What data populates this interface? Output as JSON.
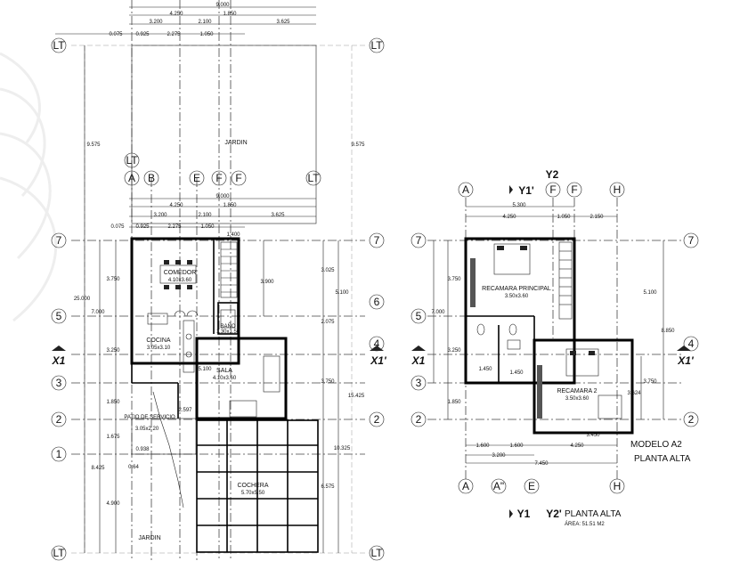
{
  "left_plan": {
    "top_dims": {
      "total": "9.000",
      "row2": [
        "4.250",
        "1.850"
      ],
      "row3": [
        "3.200",
        "2.100",
        "3.625"
      ],
      "row4": [
        "0.075",
        "0.925",
        "2.275",
        "1.050"
      ]
    },
    "mid_dims": {
      "total": "9.000",
      "row2": [
        "4.250",
        "1.850"
      ],
      "row3": [
        "3.200",
        "2.100",
        "3.625"
      ],
      "row4": [
        "0.075",
        "0.925",
        "2.275",
        "1.050"
      ],
      "extra": "1.400"
    },
    "axis_labels": [
      "A",
      "B",
      "E",
      "F",
      "F",
      "LT"
    ],
    "lt": "LT",
    "row_labels": [
      "7",
      "5",
      "4",
      "3",
      "2",
      "1",
      "6",
      "2"
    ],
    "section_cut": "X1",
    "section_cut_prime": "X1'",
    "rooms": {
      "jardin_top": "JARDIN",
      "comedor": "COMEDOR",
      "comedor_size": "4.10x3.60",
      "cocina": "COCINA",
      "cocina_size": "3.05x3.10",
      "sala": "SALA",
      "sala_size": "4.10x3.60",
      "bano": "BAÑO",
      "bano_size": "1.30x1.50",
      "patio": "PATIO DE SERVICIO",
      "patio_size": "3.05x2.20",
      "cochera": "COCHERA",
      "cochera_size": "5.70x5.50",
      "jardin_bottom": "JARDIN"
    },
    "left_dims": [
      "9.575",
      "3.750",
      "7.000",
      "3.250",
      "1.850",
      "1.675",
      "8.425",
      "4.900",
      "25.000"
    ],
    "right_dims": [
      "9.575",
      "3.025",
      "3.900",
      "2.075",
      "5.100",
      "3.750",
      "10.325",
      "6.575",
      "15.425"
    ],
    "small_dims": [
      "2.597",
      "0.938",
      "5.100",
      "0.64"
    ]
  },
  "right_plan": {
    "axis_labels": [
      "A",
      "F",
      "F",
      "H"
    ],
    "y2": "Y2",
    "y1p": "Y1'",
    "top_dims": {
      "total": "5.300",
      "row2": [
        "4.250",
        "1.050",
        "2.150"
      ]
    },
    "row_labels": [
      "7",
      "5",
      "4",
      "3",
      "2"
    ],
    "section_cut": "X1",
    "section_cut_prime": "X1'",
    "rooms": {
      "principal": "RECAMARA PRINCIPAL",
      "principal_size": "3.50x3.60",
      "recamara2": "RECAMARA 2",
      "recamara2_size": "3.50x3.60"
    },
    "left_dims": [
      "3.750",
      "7.000",
      "3.250",
      "1.850"
    ],
    "right_dims": [
      "5.100",
      "8.850",
      "3.750",
      "3.624"
    ],
    "inner_dims": [
      "1.450",
      "1.450",
      "3.450"
    ],
    "bottom_dims": [
      "1.600",
      "1.600",
      "4.250",
      "3.200",
      "7.450"
    ],
    "bottom_axes": [
      "A",
      "A\"",
      "E",
      "H"
    ],
    "model": "MODELO A2",
    "level": "PLANTA ALTA",
    "subtitle_marks": [
      "Y1",
      "Y2'"
    ],
    "subtitle": "PLANTA ALTA",
    "area": "ÁREA: 51.51 M2"
  }
}
